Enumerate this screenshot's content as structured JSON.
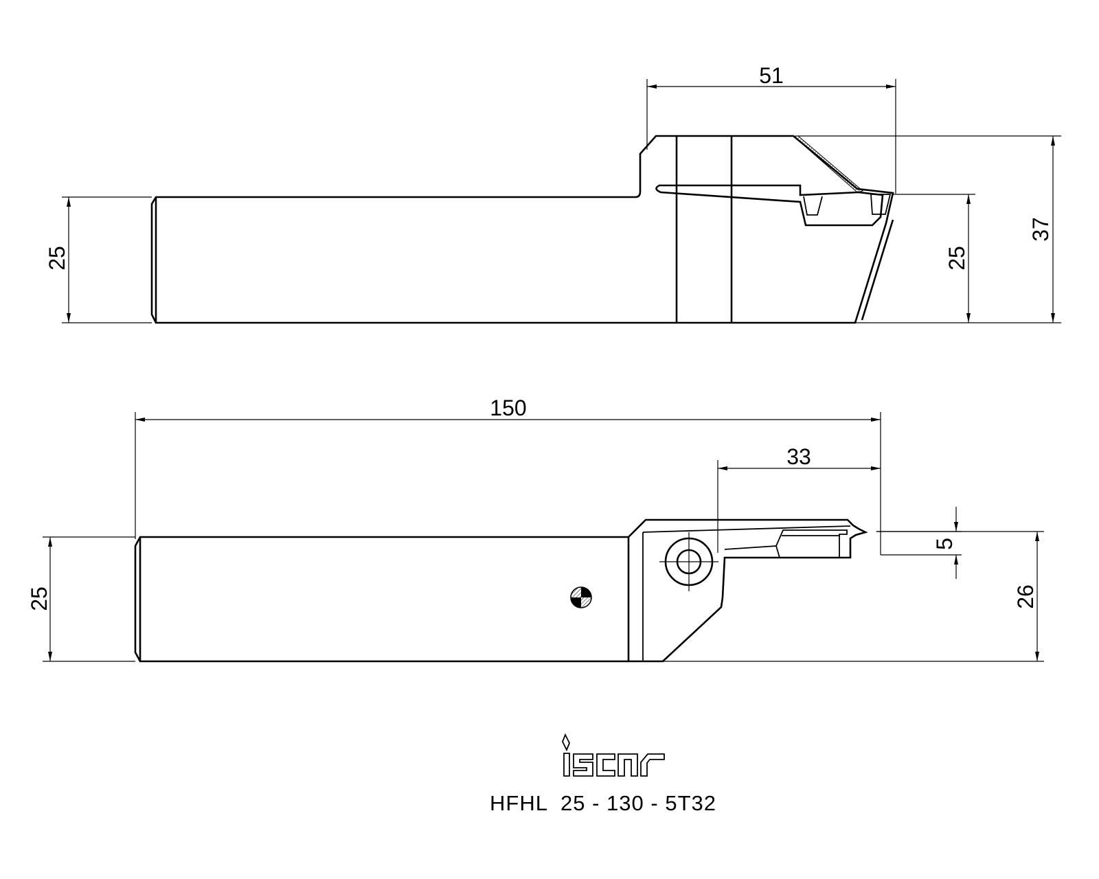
{
  "drawing": {
    "product_code": "HFHL  25 - 130 - 5T32",
    "brand_logo": "iscar"
  },
  "side_view": {
    "dim_overall_height": "37",
    "dim_head_length": "51",
    "dim_shank_height_left": "25",
    "dim_shank_height_right": "25"
  },
  "top_view": {
    "dim_overall_length": "150",
    "dim_head_offset": "33",
    "dim_shank_width": "25",
    "dim_overall_width": "26",
    "dim_cut_width": "5"
  },
  "colors": {
    "ink": "#000000",
    "paper": "#ffffff"
  }
}
